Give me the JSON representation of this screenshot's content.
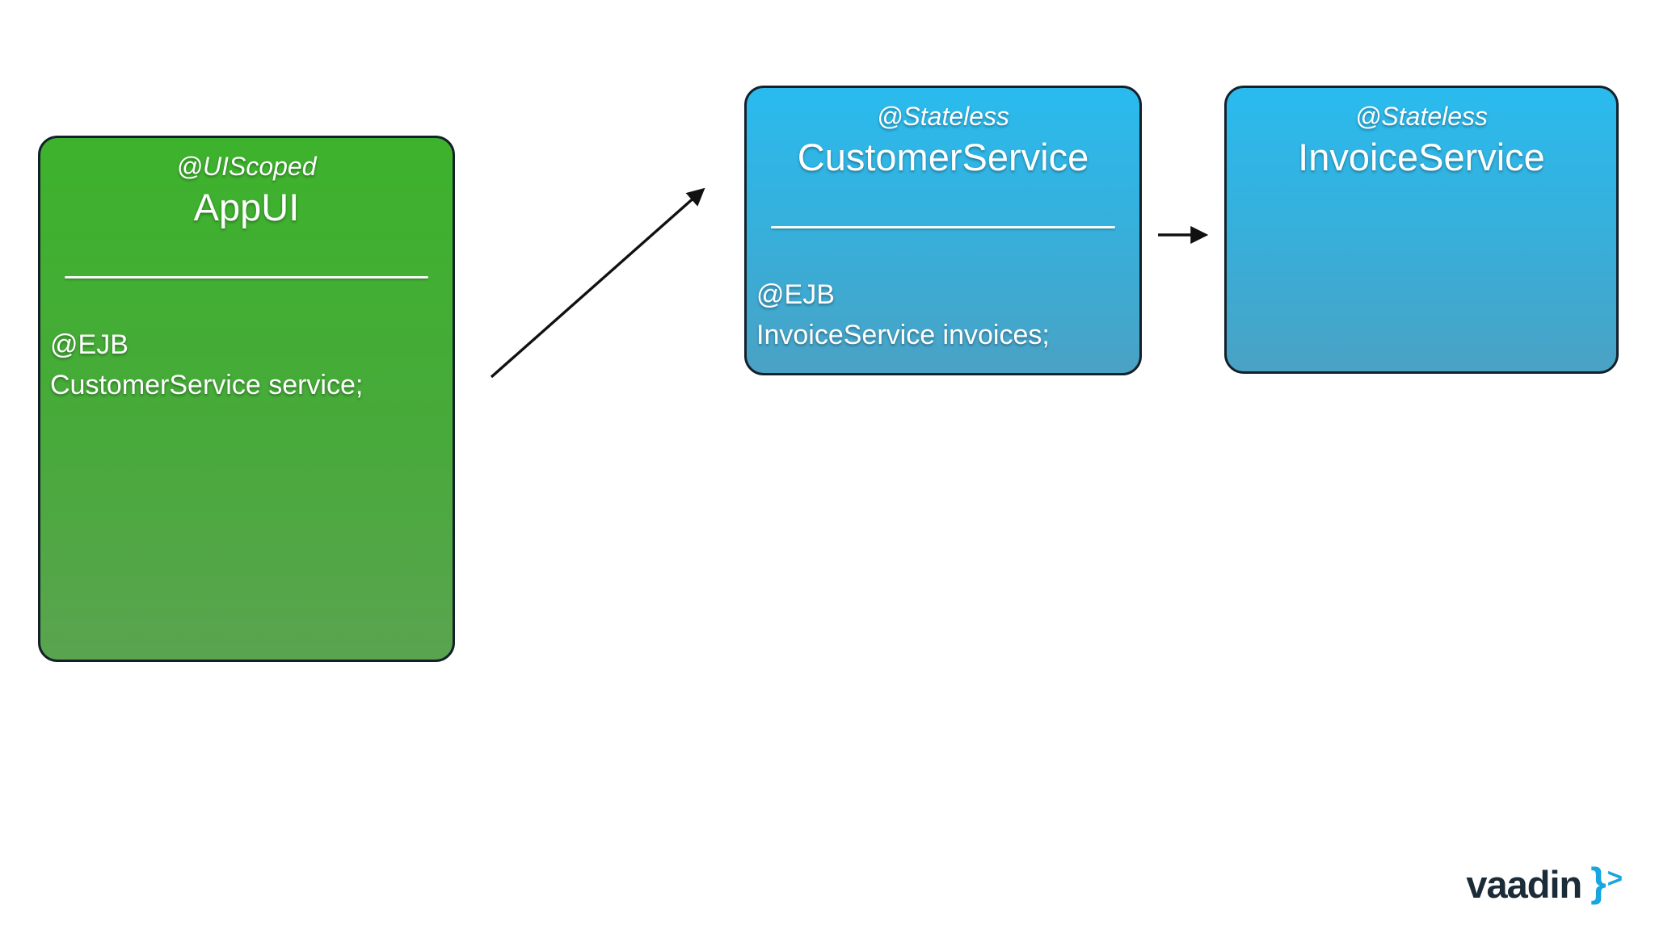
{
  "slide": {
    "background": "#ffffff",
    "description": "UML-style EJB injection diagram"
  },
  "boxes": [
    {
      "id": "appui",
      "stereotype": "@UIScoped",
      "title": "AppUI",
      "body_line1": "@EJB",
      "body_line2": "CustomerService service;",
      "fill_top": "#3db22c",
      "fill_bottom": "#5aa44f"
    },
    {
      "id": "customerservice",
      "stereotype": "@Stateless",
      "title": "CustomerService",
      "body_line1": "@EJB",
      "body_line2": "InvoiceService invoices;",
      "fill_top": "#2abbee",
      "fill_bottom": "#4aa2c4"
    },
    {
      "id": "invoiceservice",
      "stereotype": "@Stateless",
      "title": "InvoiceService",
      "fill_top": "#2abbee",
      "fill_bottom": "#4aa2c4"
    }
  ],
  "connectors": [
    {
      "from": "AppUI",
      "to": "CustomerService",
      "shape": "diagonal-arrow",
      "color": "#111111"
    },
    {
      "from": "CustomerService",
      "to": "InvoiceService",
      "shape": "horizontal-arrow",
      "color": "#111111"
    }
  ],
  "logo": {
    "wordmark": "vaadin",
    "brace": "}",
    "chevron": ">",
    "dark_color": "#1b2b38",
    "blue_color": "#18a6de"
  }
}
